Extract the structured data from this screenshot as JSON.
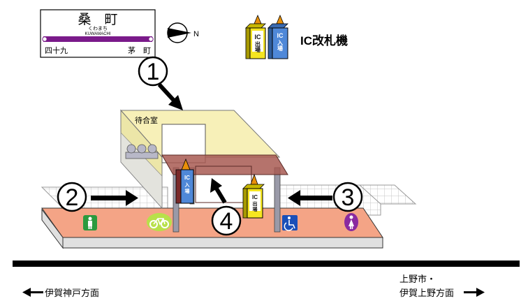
{
  "station_sign": {
    "name": "桑　町",
    "kana": "くわまち",
    "romaji": "KUWAMACHI",
    "prev_station": "四十九",
    "next_station": "茅　町"
  },
  "compass": {
    "label": "N"
  },
  "legend": {
    "label": "IC改札機"
  },
  "gate_labels": {
    "entry": "IC入場",
    "exit": "IC出場"
  },
  "building": {
    "waiting_room": "待合室"
  },
  "markers": [
    "1",
    "2",
    "3",
    "4"
  ],
  "directions": {
    "left": "伊賀神戸方面",
    "right_line1": "上野市・",
    "right_line2": "伊賀上野方面"
  },
  "colors": {
    "platform": "#f4a486",
    "line_bar": "#7a1a8a",
    "roof": "#a85a52",
    "building": "#f7f0b8",
    "gate_yellow": "#f5e520",
    "gate_blue": "#4f88d8",
    "gate_top": "#e8900a",
    "toilet_men": "#2b9a3e",
    "toilet_women": "#8a2aa0",
    "accessible": "#1a4fb8",
    "bicycle_blob": "#b8e04a"
  }
}
